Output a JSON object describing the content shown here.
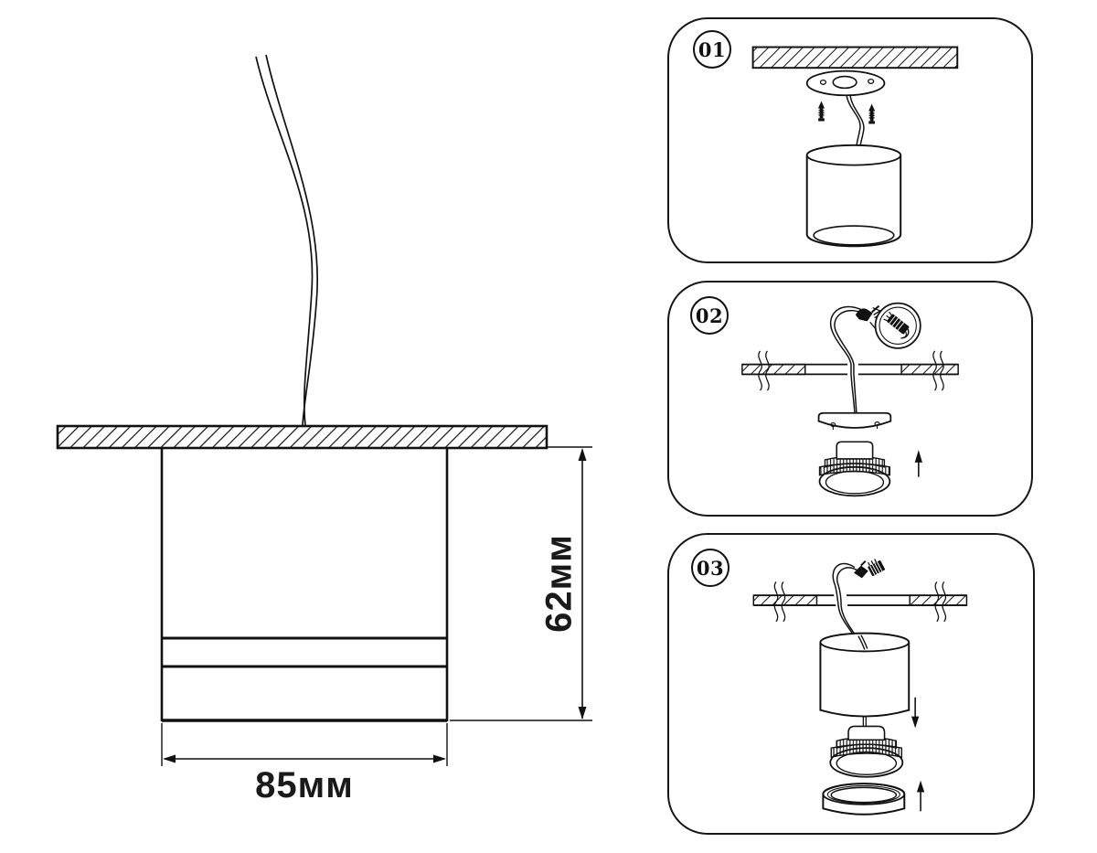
{
  "page": {
    "background": "#ffffff",
    "line_color": "#111111"
  },
  "main_drawing": {
    "height_dimension": "62мм",
    "width_dimension": "85мм"
  },
  "steps": [
    {
      "number": "01"
    },
    {
      "number": "02"
    },
    {
      "number": "03"
    }
  ]
}
